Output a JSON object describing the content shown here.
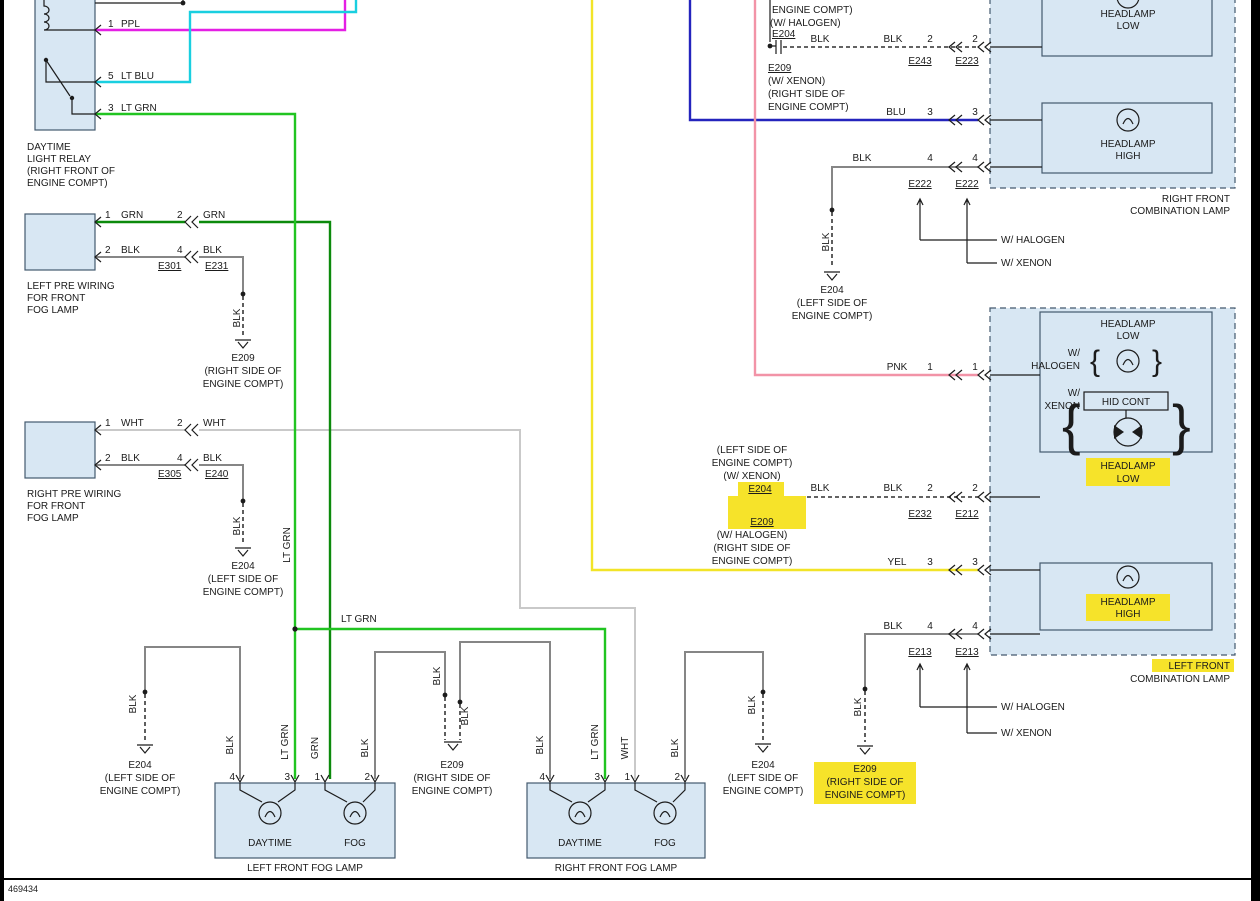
{
  "doc": {
    "code": "469434"
  },
  "symbols": {
    "brace_open": "{",
    "brace_close": "}"
  },
  "colors": {
    "highlight": "#f6e32a",
    "box_fill": "#d8e7f3",
    "box_stroke": "#44596e",
    "blk": "#868686",
    "wht": "#c9c9c9",
    "grn": "#0c8a0c",
    "lt_grn": "#21c421",
    "ppl": "#e41fe4",
    "lt_blu": "#19cfe0",
    "blu": "#2424bd",
    "pnk": "#f293a7",
    "yel": "#f2e428",
    "dashed": "#4d4d4d",
    "line": "#1c1c1c"
  },
  "wire_labels": {
    "blk": "BLK",
    "wht": "WHT",
    "grn": "GRN",
    "lt_grn": "LT GRN",
    "ppl": "PPL",
    "lt_blu": "LT BLU",
    "blu": "BLU",
    "pnk": "PNK",
    "yel": "YEL"
  },
  "relay": {
    "pin1": "1",
    "pin5": "5",
    "pin3": "3",
    "caption": [
      "DAYTIME",
      "LIGHT RELAY",
      "(RIGHT FRONT OF",
      "ENGINE COMPT)"
    ]
  },
  "left_pre": {
    "caption": [
      "LEFT PRE WIRING",
      "FOR FRONT",
      "FOG LAMP"
    ],
    "grn_row": {
      "p1": "1",
      "w1": "GRN",
      "p2": "2",
      "w2": "GRN"
    },
    "blk_row": {
      "p1": "2",
      "w1": "BLK",
      "p2": "4",
      "w2": "BLK",
      "c1": "E301",
      "c2": "E231"
    },
    "gnd": {
      "name": "E209",
      "loc1": "(RIGHT SIDE OF",
      "loc2": "ENGINE COMPT)"
    }
  },
  "right_pre": {
    "caption": [
      "RIGHT PRE WIRING",
      "FOR FRONT",
      "FOG LAMP"
    ],
    "wht_row": {
      "p1": "1",
      "w1": "WHT",
      "p2": "2",
      "w2": "WHT"
    },
    "blk_row": {
      "p1": "2",
      "w1": "BLK",
      "p2": "4",
      "w2": "BLK",
      "c1": "E305",
      "c2": "E240"
    },
    "gnd": {
      "name": "E204",
      "loc1": "(LEFT SIDE OF",
      "loc2": "ENGINE COMPT)"
    }
  },
  "rf_combo": {
    "note_top": [
      "ENGINE COMPT)",
      "(W/ HALOGEN)",
      "E204"
    ],
    "note_mid": [
      "E209",
      "(W/ XENON)",
      "(RIGHT SIDE OF",
      "ENGINE COMPT)"
    ],
    "row2": {
      "w1": "BLK",
      "w2": "BLK",
      "p1": "2",
      "p2": "2",
      "c1": "E243",
      "c2": "E223"
    },
    "row3": {
      "w": "BLU",
      "p1": "3",
      "p2": "3"
    },
    "row4": {
      "w": "BLK",
      "p1": "4",
      "p2": "4",
      "c1": "E222",
      "c2": "E222"
    },
    "low": [
      "HEADLAMP",
      "LOW"
    ],
    "high": [
      "HEADLAMP",
      "HIGH"
    ],
    "ref_halogen": "W/ HALOGEN",
    "ref_xenon": "W/ XENON",
    "gnd": {
      "name": "E204",
      "loc1": "(LEFT SIDE OF",
      "loc2": "ENGINE COMPT)"
    },
    "caption": [
      "RIGHT FRONT",
      "COMBINATION LAMP"
    ]
  },
  "lf_combo": {
    "row1": {
      "w": "PNK",
      "p1": "1",
      "p2": "1"
    },
    "low_title": [
      "HEADLAMP",
      "LOW"
    ],
    "w_halogen": [
      "W/",
      "HALOGEN"
    ],
    "w_xenon": [
      "W/",
      "XENON"
    ],
    "hid": "HID CONT",
    "low_hl": [
      "HEADLAMP",
      "LOW"
    ],
    "note": [
      "(LEFT SIDE OF",
      "ENGINE COMPT)",
      "(W/ XENON)",
      "E204",
      "E209",
      "(W/ HALOGEN)",
      "(RIGHT SIDE OF",
      "ENGINE COMPT)"
    ],
    "row2": {
      "w1": "BLK",
      "w2": "BLK",
      "p1": "2",
      "p2": "2",
      "c1": "E232",
      "c2": "E212"
    },
    "row3": {
      "w": "YEL",
      "p1": "3",
      "p2": "3"
    },
    "high_hl": [
      "HEADLAMP",
      "HIGH"
    ],
    "row4": {
      "w": "BLK",
      "p1": "4",
      "p2": "4",
      "c1": "E213",
      "c2": "E213"
    },
    "ref_halogen": "W/ HALOGEN",
    "ref_xenon": "W/ XENON",
    "gnd": {
      "name": "E209",
      "loc1": "(RIGHT SIDE OF",
      "loc2": "ENGINE COMPT)"
    },
    "caption": [
      "LEFT FRONT",
      "COMBINATION LAMP"
    ]
  },
  "bottom": {
    "gnd_left": {
      "name": "E204",
      "loc1": "(LEFT SIDE OF",
      "loc2": "ENGINE COMPT)"
    },
    "gnd_mid": {
      "name": "E209",
      "loc1": "(RIGHT SIDE OF",
      "loc2": "ENGINE COMPT)"
    },
    "gnd_right": {
      "name": "E204",
      "loc1": "(LEFT SIDE OF",
      "loc2": "ENGINE COMPT)"
    },
    "left_fog": {
      "p4": "4",
      "p3": "3",
      "p1": "1",
      "p2": "2",
      "lamp1": "DAYTIME",
      "lamp2": "FOG",
      "caption": "LEFT FRONT FOG LAMP"
    },
    "right_fog": {
      "p4": "4",
      "p3": "3",
      "p1": "1",
      "p2": "2",
      "lamp1": "DAYTIME",
      "lamp2": "FOG",
      "caption": "RIGHT FRONT FOG LAMP"
    }
  }
}
